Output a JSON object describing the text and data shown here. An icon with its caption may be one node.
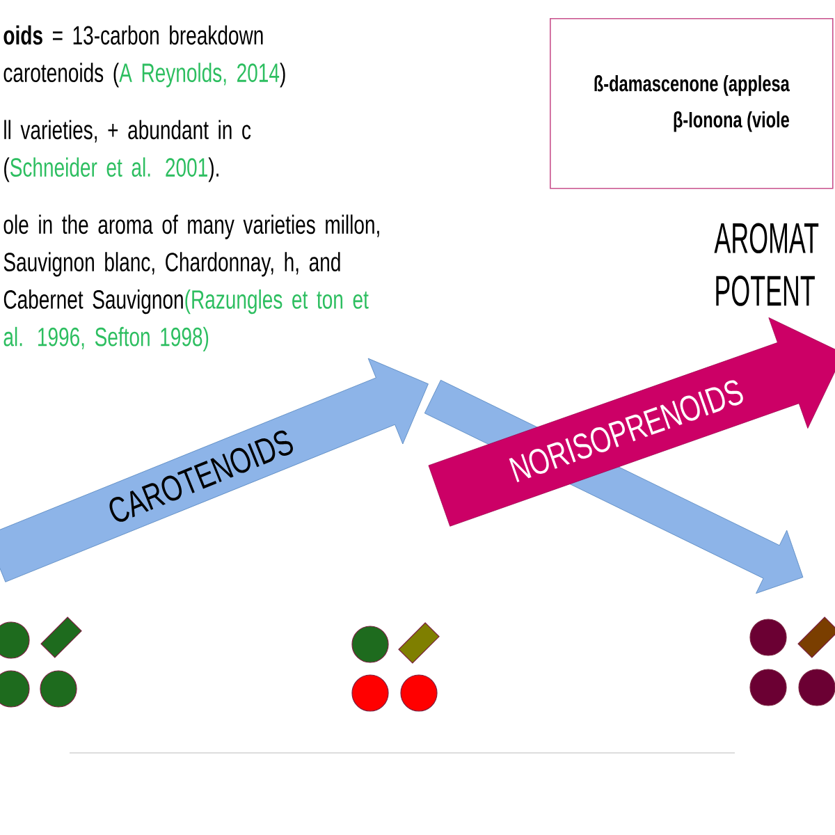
{
  "diagram": {
    "nodes": [
      {
        "text": [
          "CAROTENOIDS"
        ]
      },
      {
        "text": [],
        "shape": "arrow"
      },
      {
        "text": [
          "NORISOPRENOIDS"
        ]
      },
      {
        "text": [
          "ß-damascenone (applesa",
          "β-Ionona (viole"
        ]
      }
    ],
    "labels": [
      "**oids** = 13-carbon breakdown carotenoids (",
      "A Reynolds, 2014",
      ")",
      "ll varieties, + abundant in c (",
      "Schneider et al. 2001",
      ").",
      "ole in the aroma of many varieties millon, Sauvignon blanc, Chardonnay, h, and Cabernet Sauvignon",
      "(Razungles et ton et al. 1996, Sefton 1998)",
      "AROMAT POTENT"
    ]
  }
}
